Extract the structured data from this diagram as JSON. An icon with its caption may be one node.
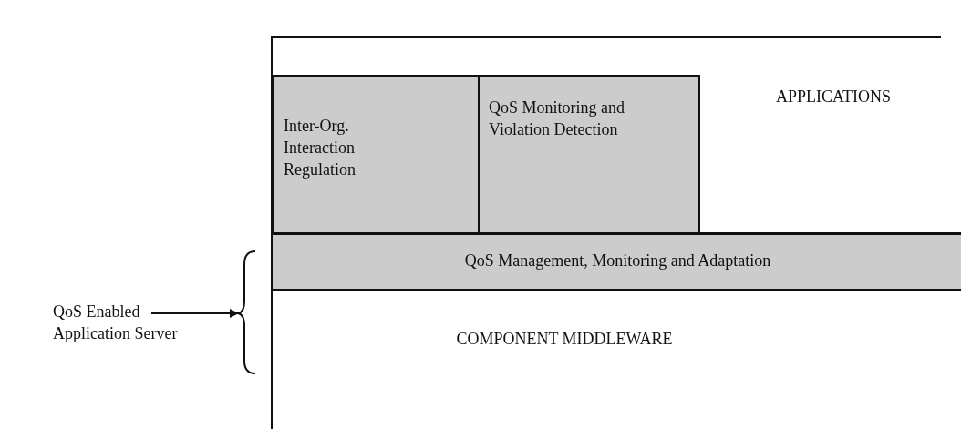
{
  "diagram": {
    "nodes": [
      {
        "text": [
          "APPLICATIONS"
        ]
      },
      {
        "text": [
          "Inter-Org. Interaction Regulation"
        ],
        "in": 0
      },
      {
        "text": [
          "QoS Monitoring and Violation Detection"
        ],
        "in": 0
      },
      {
        "text": [
          "QoS Management, Monitoring and Adaptation"
        ]
      },
      {
        "text": [
          "COMPONENT MIDDLEWARE"
        ]
      },
      {
        "text": [
          "QoS Enabled Application Server"
        ]
      },
      {
        "text": [],
        "shape": "brace"
      }
    ],
    "edges": [
      {
        "from": 5,
        "to": 6,
        "arrow": "to"
      }
    ]
  }
}
